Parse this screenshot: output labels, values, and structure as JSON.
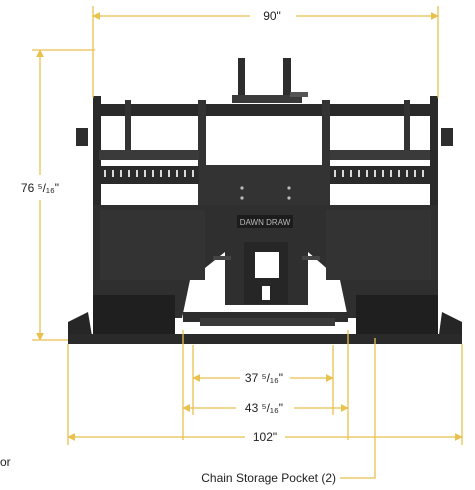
{
  "dimensions": {
    "top_width": "90\"",
    "height": "76 ⁵/₁₆\"",
    "inner_span": "37 ⁵/₁₆\"",
    "middle_span": "43 ⁵/₁₆\"",
    "overall_width": "102\""
  },
  "callouts": {
    "chain_pocket": "Chain Storage Pocket (2)",
    "left_fragment": "or"
  },
  "brand_plate": "DAWN DRAW",
  "colors": {
    "dimension_line": "#e8c14e",
    "machine": "#2d2d2d",
    "machine_shadow": "#1c1c1c",
    "text": "#222222"
  }
}
